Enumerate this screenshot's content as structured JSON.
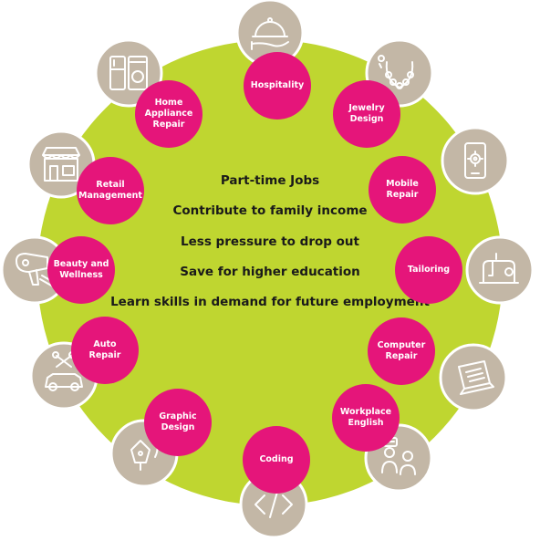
{
  "colors": {
    "main_circle": "#BFD630",
    "label_circle": "#E5157A",
    "icon_circle": "#C3B7A6",
    "icon_line": "#ffffff",
    "text": "#1a1a1a"
  },
  "center": {
    "lines": [
      "Part-time Jobs",
      "Contribute to family income",
      "Less pressure to drop out",
      "Save for higher education",
      "Learn skills in demand for future employment"
    ]
  },
  "skills": [
    {
      "label": "Hospitality",
      "icon": "serving-cloche-icon"
    },
    {
      "label": "Jewelry\nDesign",
      "icon": "necklace-icon"
    },
    {
      "label": "Mobile\nRepair",
      "icon": "smartphone-gear-icon"
    },
    {
      "label": "Tailoring",
      "icon": "sewing-machine-icon"
    },
    {
      "label": "Computer\nRepair",
      "icon": "laptop-icon"
    },
    {
      "label": "Workplace\nEnglish",
      "icon": "conversation-icon"
    },
    {
      "label": "Coding",
      "icon": "code-brackets-icon"
    },
    {
      "label": "Graphic\nDesign",
      "icon": "pen-tool-icon"
    },
    {
      "label": "Auto\nRepair",
      "icon": "car-wrench-icon"
    },
    {
      "label": "Beauty and\nWellness",
      "icon": "hair-dryer-icon"
    },
    {
      "label": "Retail\nManagement",
      "icon": "storefront-icon"
    },
    {
      "label": "Home\nAppliance\nRepair",
      "icon": "appliances-icon"
    }
  ]
}
